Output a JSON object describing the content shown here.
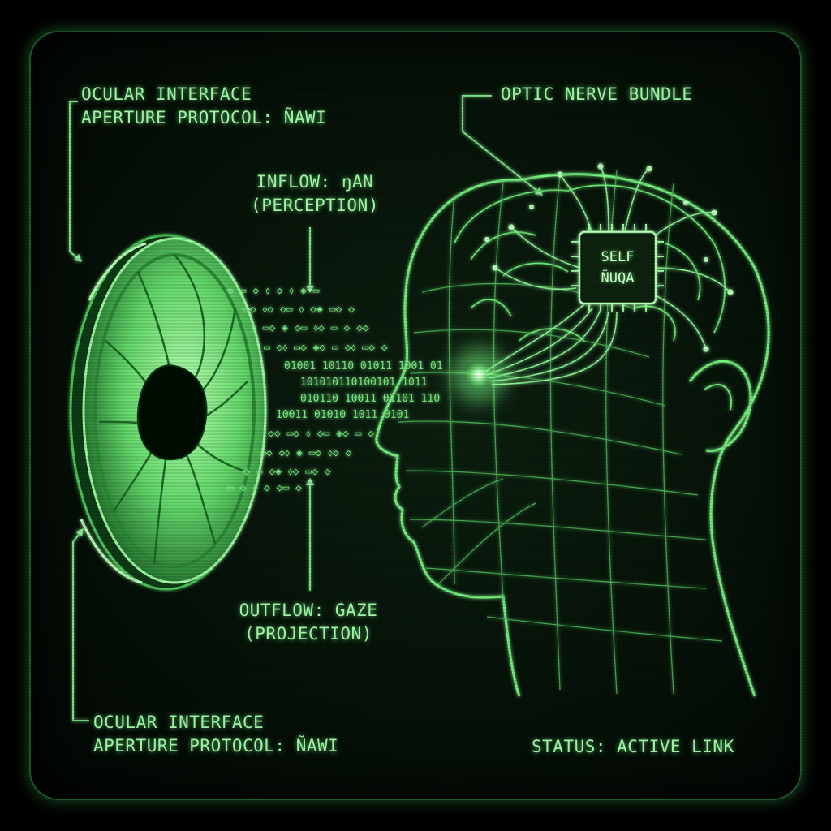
{
  "colors": {
    "phosphor": "#6ef07a",
    "phosphor_bright": "#c8ffc8",
    "background": "#061208"
  },
  "labels": {
    "top_left": {
      "line1": "OCULAR INTERFACE",
      "line2": "APERTURE PROTOCOL: ÑAWI"
    },
    "bottom_left": {
      "line1": "OCULAR INTERFACE",
      "line2": "APERTURE PROTOCOL: ÑAWI"
    },
    "optic_nerve": "OPTIC NERVE BUNDLE",
    "inflow": {
      "line1": "INFLOW: ŋAN",
      "line2": "(PERCEPTION)"
    },
    "outflow": {
      "line1": "OUTFLOW: GAZE",
      "line2": "(PROJECTION)"
    },
    "chip": {
      "line1": "SELF",
      "line2": "ÑUQA"
    },
    "status": "STATUS: ACTIVE LINK"
  },
  "icons": {
    "aperture": "camera-aperture-icon",
    "brain_chip": "microchip-icon",
    "head": "wireframe-head-profile"
  }
}
